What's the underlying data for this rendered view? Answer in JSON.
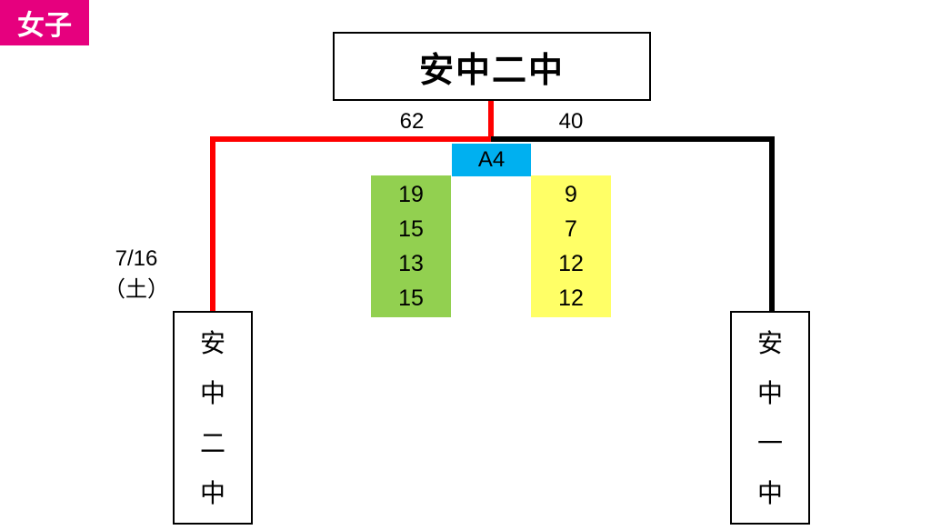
{
  "category_tag": "女子",
  "winner": "安中二中",
  "match_code": "A4",
  "date": {
    "day": "7/16",
    "weekday": "（土）"
  },
  "left_team": {
    "name_chars": [
      "安",
      "中",
      "二",
      "中"
    ],
    "total": "62",
    "periods": [
      "19",
      "15",
      "13",
      "15"
    ],
    "color": "#92d050"
  },
  "right_team": {
    "name_chars": [
      "安",
      "中",
      "一",
      "中"
    ],
    "total": "40",
    "periods": [
      "9",
      "7",
      "12",
      "12"
    ],
    "color": "#ffff66"
  },
  "colors": {
    "winning_line": "#ff0000",
    "losing_line": "#000000",
    "tag": "#e6007e",
    "match_code_bg": "#00b0f0"
  }
}
